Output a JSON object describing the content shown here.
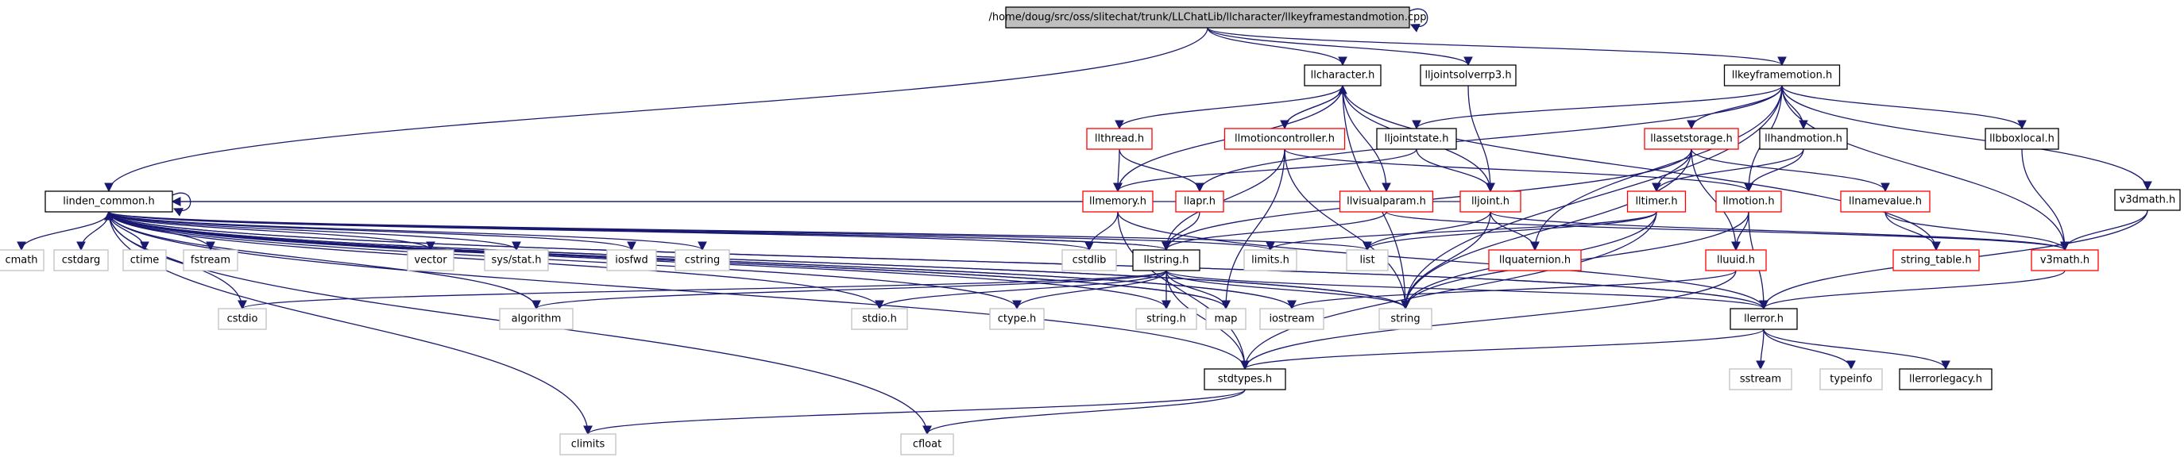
{
  "styles": {
    "root": {
      "fill": "#bfbfbf",
      "stroke": "#000000",
      "text": "#000000"
    },
    "normal": {
      "fill": "#ffffff",
      "stroke": "#000000",
      "text": "#000000"
    },
    "red": {
      "fill": "#ffffff",
      "stroke": "#ff0000",
      "text": "#000000"
    },
    "system": {
      "fill": "#ffffff",
      "stroke": "#bfbfbf",
      "text": "#000000"
    },
    "edge": "#191970"
  },
  "nodes": [
    {
      "id": "root",
      "label": "/home/doug/src/oss/slitechat/trunk/LLChatLib/llcharacter/llkeyframestandmotion.cpp",
      "style": "root"
    },
    {
      "id": "llcharacter",
      "label": "llcharacter.h",
      "style": "normal"
    },
    {
      "id": "lljointsolverrp3",
      "label": "lljointsolverrp3.h",
      "style": "normal"
    },
    {
      "id": "llkeyframemotion",
      "label": "llkeyframemotion.h",
      "style": "normal"
    },
    {
      "id": "llthread",
      "label": "llthread.h",
      "style": "red"
    },
    {
      "id": "llmotioncontroller",
      "label": "llmotioncontroller.h",
      "style": "red"
    },
    {
      "id": "lljointstate",
      "label": "lljointstate.h",
      "style": "normal"
    },
    {
      "id": "llassetstorage",
      "label": "llassetstorage.h",
      "style": "red"
    },
    {
      "id": "llhandmotion",
      "label": "llhandmotion.h",
      "style": "normal"
    },
    {
      "id": "llbboxlocal",
      "label": "llbboxlocal.h",
      "style": "normal"
    },
    {
      "id": "v3dmath",
      "label": "v3dmath.h",
      "style": "normal"
    },
    {
      "id": "linden_common",
      "label": "linden_common.h",
      "style": "normal"
    },
    {
      "id": "llmemory",
      "label": "llmemory.h",
      "style": "red"
    },
    {
      "id": "llapr",
      "label": "llapr.h",
      "style": "red"
    },
    {
      "id": "llvisualparam",
      "label": "llvisualparam.h",
      "style": "red"
    },
    {
      "id": "lljoint",
      "label": "lljoint.h",
      "style": "red"
    },
    {
      "id": "llmotion",
      "label": "llmotion.h",
      "style": "red"
    },
    {
      "id": "llnamevalue",
      "label": "llnamevalue.h",
      "style": "red"
    },
    {
      "id": "lltimer",
      "label": "lltimer.h",
      "style": "red"
    },
    {
      "id": "cmath",
      "label": "cmath",
      "style": "system"
    },
    {
      "id": "cstdarg",
      "label": "cstdarg",
      "style": "system"
    },
    {
      "id": "ctime",
      "label": "ctime",
      "style": "system"
    },
    {
      "id": "fstream",
      "label": "fstream",
      "style": "system"
    },
    {
      "id": "vector",
      "label": "vector",
      "style": "system"
    },
    {
      "id": "sysstat",
      "label": "sys/stat.h",
      "style": "system"
    },
    {
      "id": "iosfwd",
      "label": "iosfwd",
      "style": "system"
    },
    {
      "id": "cstring",
      "label": "cstring",
      "style": "system"
    },
    {
      "id": "cstdlib",
      "label": "cstdlib",
      "style": "system"
    },
    {
      "id": "llstring",
      "label": "llstring.h",
      "style": "normal"
    },
    {
      "id": "limits",
      "label": "limits.h",
      "style": "system"
    },
    {
      "id": "list",
      "label": "list",
      "style": "system"
    },
    {
      "id": "llquaternion",
      "label": "llquaternion.h",
      "style": "red"
    },
    {
      "id": "lluuid",
      "label": "lluuid.h",
      "style": "red"
    },
    {
      "id": "string_table",
      "label": "string_table.h",
      "style": "red"
    },
    {
      "id": "v3math",
      "label": "v3math.h",
      "style": "red"
    },
    {
      "id": "cstdio",
      "label": "cstdio",
      "style": "system"
    },
    {
      "id": "algorithm",
      "label": "algorithm",
      "style": "system"
    },
    {
      "id": "stdio",
      "label": "stdio.h",
      "style": "system"
    },
    {
      "id": "ctype",
      "label": "ctype.h",
      "style": "system"
    },
    {
      "id": "stringh",
      "label": "string.h",
      "style": "system"
    },
    {
      "id": "map",
      "label": "map",
      "style": "system"
    },
    {
      "id": "iostream",
      "label": "iostream",
      "style": "system"
    },
    {
      "id": "string",
      "label": "string",
      "style": "system"
    },
    {
      "id": "llerror",
      "label": "llerror.h",
      "style": "normal"
    },
    {
      "id": "stdtypes",
      "label": "stdtypes.h",
      "style": "normal"
    },
    {
      "id": "sstream",
      "label": "sstream",
      "style": "system"
    },
    {
      "id": "typeinfo",
      "label": "typeinfo",
      "style": "system"
    },
    {
      "id": "llerrorlegacy",
      "label": "llerrorlegacy.h",
      "style": "normal"
    },
    {
      "id": "climits",
      "label": "climits",
      "style": "system"
    },
    {
      "id": "cfloat",
      "label": "cfloat",
      "style": "system"
    }
  ],
  "edges": [
    [
      "root",
      "root"
    ],
    [
      "root",
      "llcharacter"
    ],
    [
      "root",
      "lljointsolverrp3"
    ],
    [
      "root",
      "llkeyframemotion"
    ],
    [
      "root",
      "linden_common"
    ],
    [
      "llcharacter",
      "llthread"
    ],
    [
      "llcharacter",
      "llmotioncontroller"
    ],
    [
      "llcharacter",
      "llmemory"
    ],
    [
      "llcharacter",
      "llvisualparam"
    ],
    [
      "llcharacter",
      "lljoint"
    ],
    [
      "llcharacter",
      "string_table"
    ],
    [
      "llcharacter",
      "string"
    ],
    [
      "llmotioncontroller",
      "llcharacter"
    ],
    [
      "llmotioncontroller",
      "llstring"
    ],
    [
      "llmotioncontroller",
      "llmotion"
    ],
    [
      "llmotioncontroller",
      "map"
    ],
    [
      "llmotioncontroller",
      "string"
    ],
    [
      "lljointsolverrp3",
      "lljoint"
    ],
    [
      "llkeyframemotion",
      "lljointstate"
    ],
    [
      "llkeyframemotion",
      "llassetstorage"
    ],
    [
      "llkeyframemotion",
      "llhandmotion"
    ],
    [
      "llkeyframemotion",
      "llbboxlocal"
    ],
    [
      "llkeyframemotion",
      "v3dmath"
    ],
    [
      "llkeyframemotion",
      "llmotion"
    ],
    [
      "llkeyframemotion",
      "llquaternion"
    ],
    [
      "llkeyframemotion",
      "v3math"
    ],
    [
      "llkeyframemotion",
      "llapr"
    ],
    [
      "llkeyframemotion",
      "string"
    ],
    [
      "llthread",
      "llmemory"
    ],
    [
      "llthread",
      "llapr"
    ],
    [
      "lljointstate",
      "lljoint"
    ],
    [
      "lljointstate",
      "llmemory"
    ],
    [
      "llassetstorage",
      "llstring"
    ],
    [
      "llassetstorage",
      "lltimer"
    ],
    [
      "llassetstorage",
      "llnamevalue"
    ],
    [
      "llassetstorage",
      "lluuid"
    ],
    [
      "llassetstorage",
      "string"
    ],
    [
      "llhandmotion",
      "llmotion"
    ],
    [
      "llhandmotion",
      "lltimer"
    ],
    [
      "llbboxlocal",
      "v3math"
    ],
    [
      "v3dmath",
      "v3math"
    ],
    [
      "v3dmath",
      "llerror"
    ],
    [
      "llmemory",
      "cstdlib"
    ],
    [
      "llmemory",
      "stdtypes"
    ],
    [
      "llmemory",
      "llerror"
    ],
    [
      "llapr",
      "llstring"
    ],
    [
      "llvisualparam",
      "llstring"
    ],
    [
      "llvisualparam",
      "v3math"
    ],
    [
      "lljoint",
      "list"
    ],
    [
      "lljoint",
      "string"
    ],
    [
      "lljoint",
      "llquaternion"
    ],
    [
      "lljoint",
      "v3math"
    ],
    [
      "llmotion",
      "lluuid"
    ],
    [
      "llmotion",
      "llerror"
    ],
    [
      "llmotion",
      "string"
    ],
    [
      "llnamevalue",
      "string_table"
    ],
    [
      "llnamevalue",
      "v3math"
    ],
    [
      "lltimer",
      "limits"
    ],
    [
      "lltimer",
      "list"
    ],
    [
      "lltimer",
      "string"
    ],
    [
      "lltimer",
      "stdtypes"
    ],
    [
      "lluuid",
      "stdtypes"
    ],
    [
      "lluuid",
      "iostream"
    ],
    [
      "linden_common",
      "linden_common"
    ],
    [
      "linden_common",
      "cmath"
    ],
    [
      "linden_common",
      "cstdarg"
    ],
    [
      "linden_common",
      "ctime"
    ],
    [
      "linden_common",
      "fstream"
    ],
    [
      "linden_common",
      "vector"
    ],
    [
      "linden_common",
      "sysstat"
    ],
    [
      "linden_common",
      "iosfwd"
    ],
    [
      "linden_common",
      "cstring"
    ],
    [
      "linden_common",
      "cstdlib"
    ],
    [
      "linden_common",
      "llstring"
    ],
    [
      "linden_common",
      "limits"
    ],
    [
      "linden_common",
      "list"
    ],
    [
      "linden_common",
      "cstdio"
    ],
    [
      "linden_common",
      "algorithm"
    ],
    [
      "linden_common",
      "stdio"
    ],
    [
      "linden_common",
      "ctype"
    ],
    [
      "linden_common",
      "stringh"
    ],
    [
      "linden_common",
      "map"
    ],
    [
      "linden_common",
      "iostream"
    ],
    [
      "linden_common",
      "string"
    ],
    [
      "linden_common",
      "llerror"
    ],
    [
      "linden_common",
      "stdtypes"
    ],
    [
      "linden_common",
      "climits"
    ],
    [
      "linden_common",
      "cfloat"
    ],
    [
      "llstring",
      "linden_common"
    ],
    [
      "llmemory",
      "linden_common"
    ],
    [
      "lljoint",
      "linden_common"
    ],
    [
      "llerror",
      "linden_common"
    ],
    [
      "string",
      "linden_common"
    ],
    [
      "iostream",
      "linden_common"
    ],
    [
      "map",
      "linden_common"
    ],
    [
      "llstring",
      "cstdio"
    ],
    [
      "llstring",
      "algorithm"
    ],
    [
      "llstring",
      "stdio"
    ],
    [
      "llstring",
      "ctype"
    ],
    [
      "llstring",
      "stringh"
    ],
    [
      "llstring",
      "map"
    ],
    [
      "llstring",
      "string"
    ],
    [
      "llstring",
      "stdtypes"
    ],
    [
      "llstring",
      "llerror"
    ],
    [
      "v3math",
      "llerror"
    ],
    [
      "llerror",
      "sstream"
    ],
    [
      "llerror",
      "typeinfo"
    ],
    [
      "llerror",
      "llerrorlegacy"
    ],
    [
      "llerror",
      "stdtypes"
    ],
    [
      "stdtypes",
      "climits"
    ],
    [
      "stdtypes",
      "cfloat"
    ]
  ]
}
